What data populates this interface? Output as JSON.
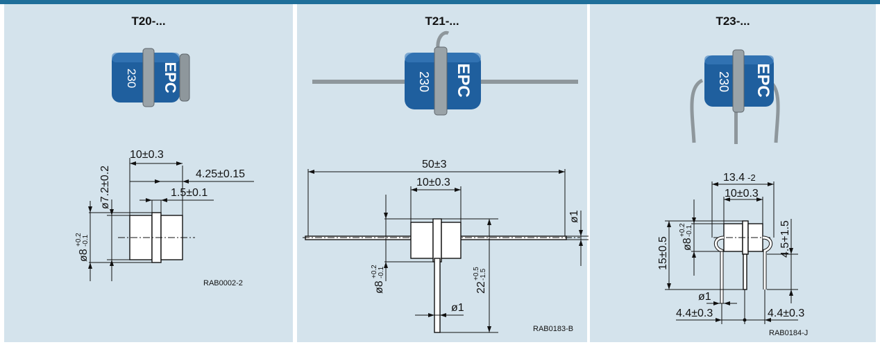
{
  "colors": {
    "panel_bg": "#d4e3ec",
    "top_bar": "#1f6f9a",
    "tube_blue": "#1f5f9e",
    "metal": "#9aa3a8"
  },
  "panels": [
    {
      "title": "T20-...",
      "code": "RAB0002-2",
      "brand": "EPC",
      "voltage": "230",
      "dims": {
        "length": "10±0.3",
        "height": "ø7.2±0.2",
        "offset": "4.25±0.15",
        "ring": "1.5±0.1",
        "diam": "ø8",
        "diam_tol_plus": "+0.2",
        "diam_tol_minus": "-0.1"
      }
    },
    {
      "title": "T21-...",
      "code": "RAB0183-B",
      "brand": "EPC",
      "voltage": "230",
      "dims": {
        "total": "50±3",
        "length": "10±0.3",
        "lead": "ø1",
        "lead2": "ø1",
        "diam": "ø8",
        "diam_tol_plus": "+0.2",
        "diam_tol_minus": "-0.1",
        "pin": "22",
        "pin_tol_plus": "+0.5",
        "pin_tol_minus": "-1.5"
      }
    },
    {
      "title": "T23-...",
      "code": "RAB0184-J",
      "brand": "EPC",
      "voltage": "230",
      "dims": {
        "overall": "13.4",
        "overall_tol": "-2",
        "length": "10±0.3",
        "height": "15±0.5",
        "diam": "ø8",
        "diam_tol_plus": "+0.2",
        "diam_tol_minus": "-0.1",
        "lead_len": "4.5+1.5",
        "lead": "ø1",
        "pitch_left": "4.4±0.3",
        "pitch_right": "4.4±0.3"
      }
    }
  ]
}
